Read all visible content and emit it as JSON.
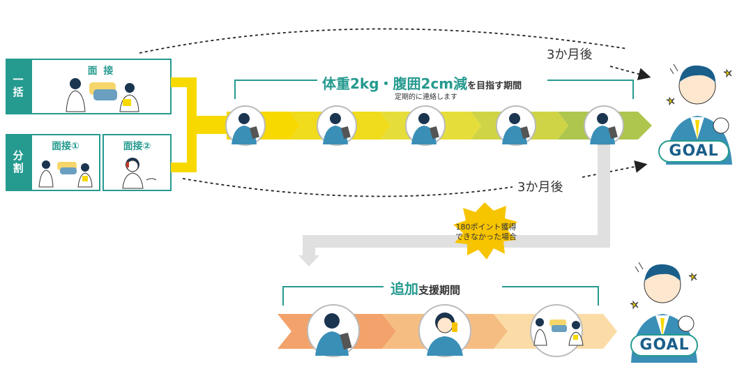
{
  "left": {
    "tab_ikkatsu": "一括",
    "tab_bunkatsu": "分割",
    "box_mensetsu": "面 接",
    "box_mensetsu1": "面接①",
    "box_mensetsu2": "面接②"
  },
  "top": {
    "title_prefix": "体重2kg・腹囲2cm減",
    "title_suffix": "を目指す期間",
    "subtitle": "定期的に連絡します",
    "after_upper": "3か月後",
    "after_lower": "3か月後",
    "goal": "GOAL"
  },
  "middle": {
    "burst_line1": "180ポイント獲得",
    "burst_line2": "できなかった場合"
  },
  "bottom": {
    "title_main": "追加",
    "title_sub": "支援期間",
    "goal": "GOAL"
  },
  "colors": {
    "teal": "#259a8f",
    "yellow": "#f7d900",
    "yellow_green": "#b8c94a",
    "orange": "#f2a26a",
    "navy": "#1a5f8a",
    "burst": "#f7c400"
  },
  "icons": {
    "interview": "interview-illustration",
    "phone": "phone-call-illustration",
    "tablet": "tablet-person-illustration",
    "goal": "goal-man-illustration"
  }
}
